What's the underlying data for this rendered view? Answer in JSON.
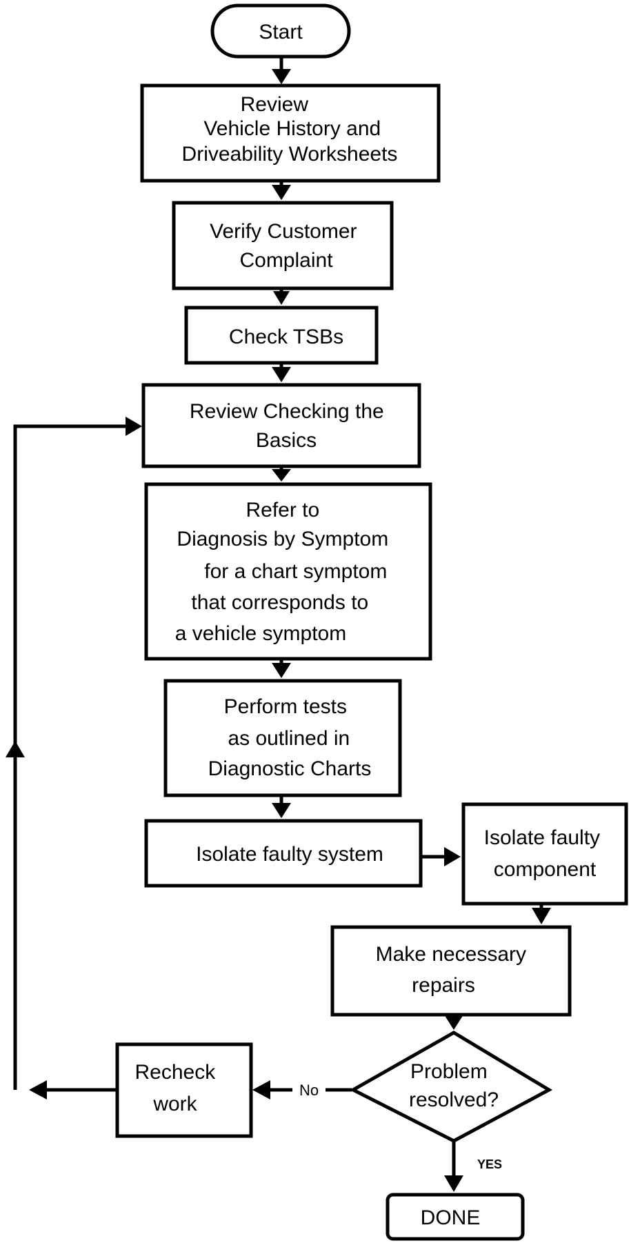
{
  "nodes": {
    "start": [
      "Start"
    ],
    "review_history": [
      "Review",
      "Vehicle History and",
      "Driveability Worksheets"
    ],
    "verify_complaint": [
      "Verify Customer",
      "Complaint"
    ],
    "check_tsbs": [
      "Check TSBs"
    ],
    "review_basics": [
      "Review Checking the",
      "Basics"
    ],
    "refer_diagnosis": [
      "Refer to",
      "Diagnosis by Symptom",
      "for a chart symptom",
      "that corresponds to",
      "a  vehicle symptom"
    ],
    "perform_tests": [
      "Perform tests",
      "as outlined in",
      "Diagnostic Charts"
    ],
    "isolate_system": [
      "Isolate faulty system"
    ],
    "isolate_component": [
      "Isolate faulty",
      "component"
    ],
    "make_repairs": [
      "Make necessary",
      "repairs"
    ],
    "problem_resolved": [
      "Problem",
      "resolved?"
    ],
    "recheck_work": [
      "Recheck",
      "work"
    ],
    "done": [
      "DONE"
    ]
  },
  "edges": {
    "no_label": "No",
    "yes_label": "YES"
  }
}
